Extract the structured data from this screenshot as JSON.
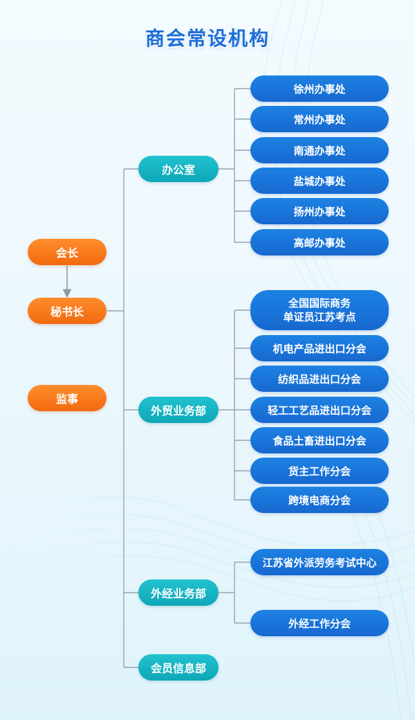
{
  "title": "商会常设机构",
  "left_nodes": [
    {
      "id": "huizhang",
      "label": "会长"
    },
    {
      "id": "mishuzhang",
      "label": "秘书长"
    },
    {
      "id": "jianshi",
      "label": "监事"
    }
  ],
  "departments": [
    {
      "id": "bangongshi",
      "label": "办公室",
      "children": [
        {
          "lines": [
            "徐州办事处"
          ]
        },
        {
          "lines": [
            "常州办事处"
          ]
        },
        {
          "lines": [
            "南通办事处"
          ]
        },
        {
          "lines": [
            "盐城办事处"
          ]
        },
        {
          "lines": [
            "扬州办事处"
          ]
        },
        {
          "lines": [
            "高邮办事处"
          ]
        }
      ]
    },
    {
      "id": "waimao",
      "label": "外贸业务部",
      "children": [
        {
          "lines": [
            "全国国际商务",
            "单证员江苏考点"
          ]
        },
        {
          "lines": [
            "机电产品进出口分会"
          ]
        },
        {
          "lines": [
            "纺织品进出口分会"
          ]
        },
        {
          "lines": [
            "轻工工艺品进出口分会"
          ]
        },
        {
          "lines": [
            "食品土畜进出口分会"
          ]
        },
        {
          "lines": [
            "货主工作分会"
          ]
        },
        {
          "lines": [
            "跨境电商分会"
          ]
        }
      ]
    },
    {
      "id": "waijing",
      "label": "外经业务部",
      "children": [
        {
          "lines": [
            "江苏省外派劳务考试中心"
          ]
        },
        {
          "lines": [
            "外经工作分会"
          ]
        }
      ]
    },
    {
      "id": "huiyuan",
      "label": "会员信息部",
      "children": []
    }
  ],
  "colors": {
    "title": "#1d6ed8",
    "orange": "#f26a10",
    "teal": "#0ea7b8",
    "blue": "#1768cf",
    "line": "#9aa3ad",
    "arrow": "#8f9aa5"
  }
}
